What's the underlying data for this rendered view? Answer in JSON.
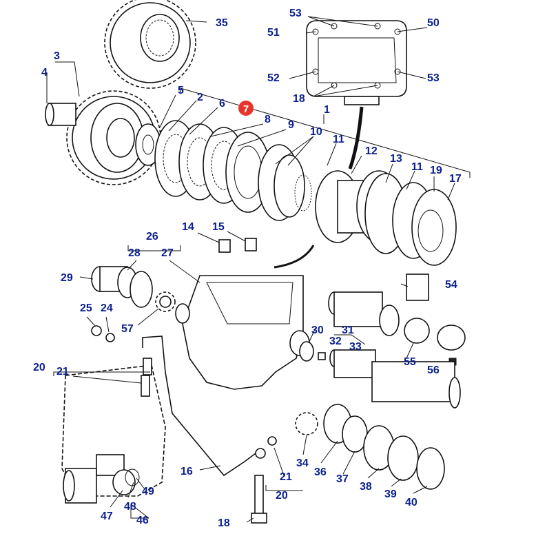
{
  "diagram": {
    "highlight_color": "#e8342c",
    "label_color": "#0a1f8f",
    "highlighted_part": "7",
    "callouts": [
      "1",
      "2",
      "3",
      "4",
      "5",
      "6",
      "7",
      "8",
      "9",
      "10",
      "11",
      "11",
      "12",
      "13",
      "14",
      "15",
      "16",
      "17",
      "18",
      "18",
      "19",
      "20",
      "20",
      "21",
      "21",
      "24",
      "25",
      "26",
      "27",
      "28",
      "29",
      "30",
      "31",
      "32",
      "33",
      "34",
      "35",
      "36",
      "37",
      "38",
      "39",
      "40",
      "46",
      "47",
      "48",
      "49",
      "50",
      "51",
      "52",
      "53",
      "53",
      "54",
      "55",
      "56",
      "57"
    ]
  }
}
